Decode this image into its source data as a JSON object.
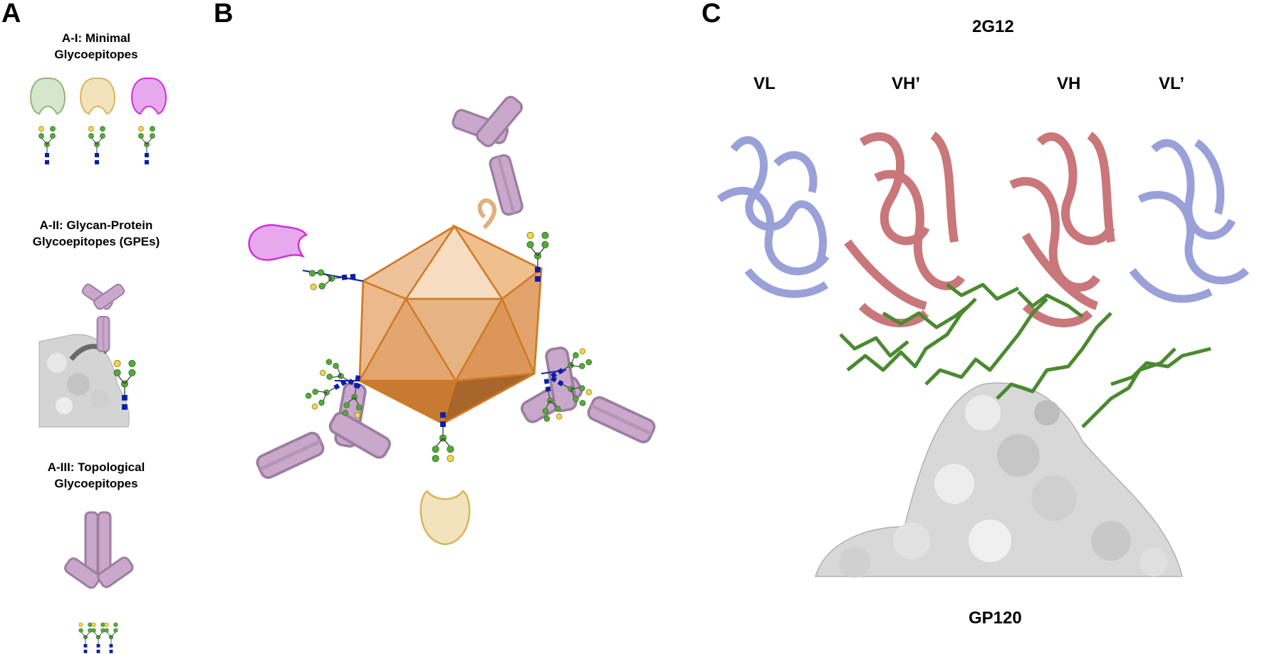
{
  "panels": {
    "a": {
      "letter": "A",
      "a1_line1": "A-I: Minimal",
      "a1_line2": "Glycoepitopes",
      "a2_line1": "A-II: Glycan-Protein",
      "a2_line2": "Glycoepitopes (GPEs)",
      "a3_line1": "A-III: Topological",
      "a3_line2": "Glycoepitopes"
    },
    "b": {
      "letter": "B"
    },
    "c": {
      "letter": "C",
      "top_label": "2G12",
      "chain_labels": [
        "VL",
        "VH’",
        "VH",
        "VL’"
      ],
      "bottom_label": "GP120"
    }
  },
  "colors": {
    "antibody": "#c9a8cc",
    "antibody_edge": "#9b7ea0",
    "lectin_green": "#d6e6cc",
    "lectin_yellow": "#f3e3bc",
    "lectin_magenta": "#e8a8ee",
    "capsid": "#e8a86a",
    "glycan_green": "#55aa3a",
    "glycan_blue": "#0a1fa8",
    "ribbon_blue": "#9aa0d8",
    "ribbon_red": "#c9777a",
    "surface_gray": "#d8d8d8"
  }
}
